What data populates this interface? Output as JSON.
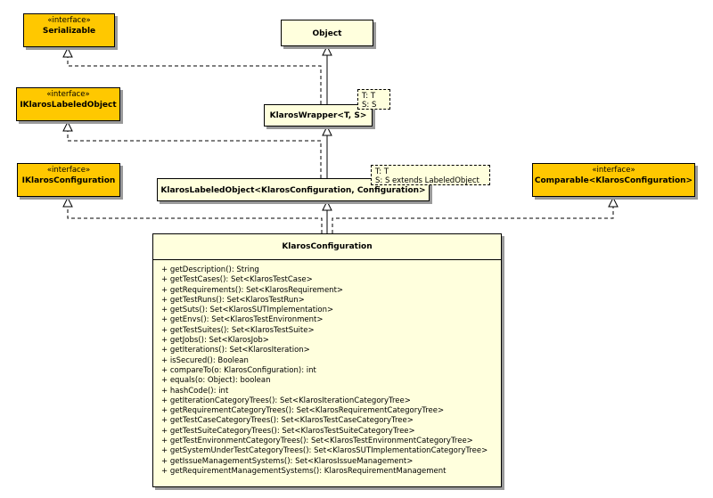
{
  "interfaces": {
    "serializable": {
      "stereotype": "«interface»",
      "name": "Serializable"
    },
    "iklaros_labeled_object": {
      "stereotype": "«interface»",
      "name": "IKlarosLabeledObject"
    },
    "iklaros_configuration": {
      "stereotype": "«interface»",
      "name": "IKlarosConfiguration"
    },
    "comparable": {
      "stereotype": "«interface»",
      "name": "Comparable<KlarosConfiguration>"
    }
  },
  "classes": {
    "object": {
      "name": "Object"
    },
    "klaros_wrapper": {
      "name": "KlarosWrapper<T, S>",
      "type_params": [
        "T: T",
        "S: S"
      ]
    },
    "klaros_labeled_object": {
      "name": "KlarosLabeledObject<KlarosConfiguration, Configuration>",
      "type_params": [
        "T: T",
        "S: S extends LabeledObject"
      ]
    },
    "klaros_configuration": {
      "name": "KlarosConfiguration",
      "operations": [
        "+ getDescription(): String",
        "+ getTestCases(): Set<KlarosTestCase>",
        "+ getRequirements(): Set<KlarosRequirement>",
        "+ getTestRuns(): Set<KlarosTestRun>",
        "+ getSuts(): Set<KlarosSUTImplementation>",
        "+ getEnvs(): Set<KlarosTestEnvironment>",
        "+ getTestSuites(): Set<KlarosTestSuite>",
        "+ getJobs(): Set<KlarosJob>",
        "+ getIterations(): Set<KlarosIteration>",
        "+ isSecured(): Boolean",
        "+ compareTo(o: KlarosConfiguration): int",
        "+ equals(o: Object): boolean",
        "+ hashCode(): int",
        "+ getIterationCategoryTrees(): Set<KlarosIterationCategoryTree>",
        "+ getRequirementCategoryTrees(): Set<KlarosRequirementCategoryTree>",
        "+ getTestCaseCategoryTrees(): Set<KlarosTestCaseCategoryTree>",
        "+ getTestSuiteCategoryTrees(): Set<KlarosTestSuiteCategoryTree>",
        "+ getTestEnvironmentCategoryTrees(): Set<KlarosTestEnvironmentCategoryTree>",
        "+ getSystemUnderTestCategoryTrees(): Set<KlarosSUTImplementationCategoryTree>",
        "+ getIssueManagementSystems(): Set<KlarosIssueManagement>",
        "+ getRequirementManagementSystems(): KlarosRequirementManagement"
      ]
    }
  },
  "colors": {
    "interface_fill": "#ffc800",
    "class_fill": "#ffffdd",
    "shadow": "#9a9a9a"
  }
}
